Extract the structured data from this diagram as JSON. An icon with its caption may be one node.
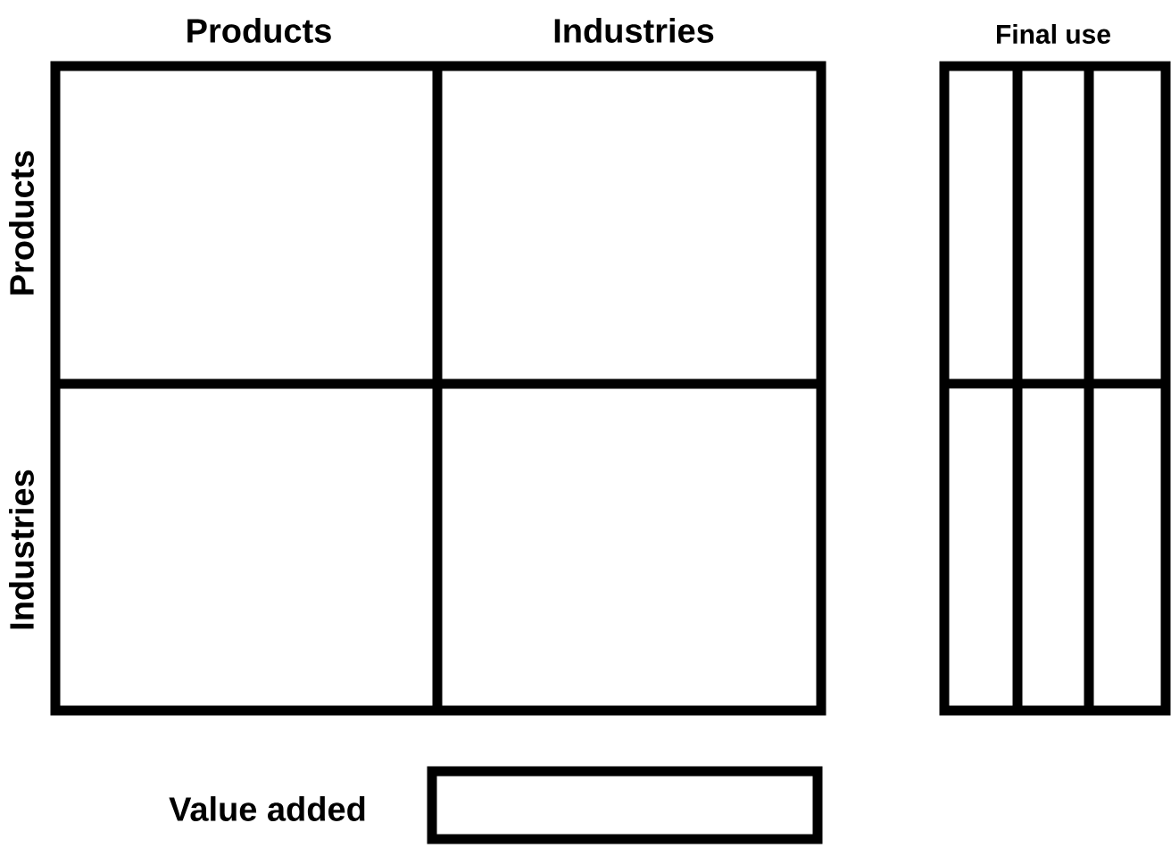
{
  "diagram": {
    "labels": [
      "Products",
      "Industries",
      "Final use",
      "Products",
      "Industries",
      "Value added"
    ]
  }
}
